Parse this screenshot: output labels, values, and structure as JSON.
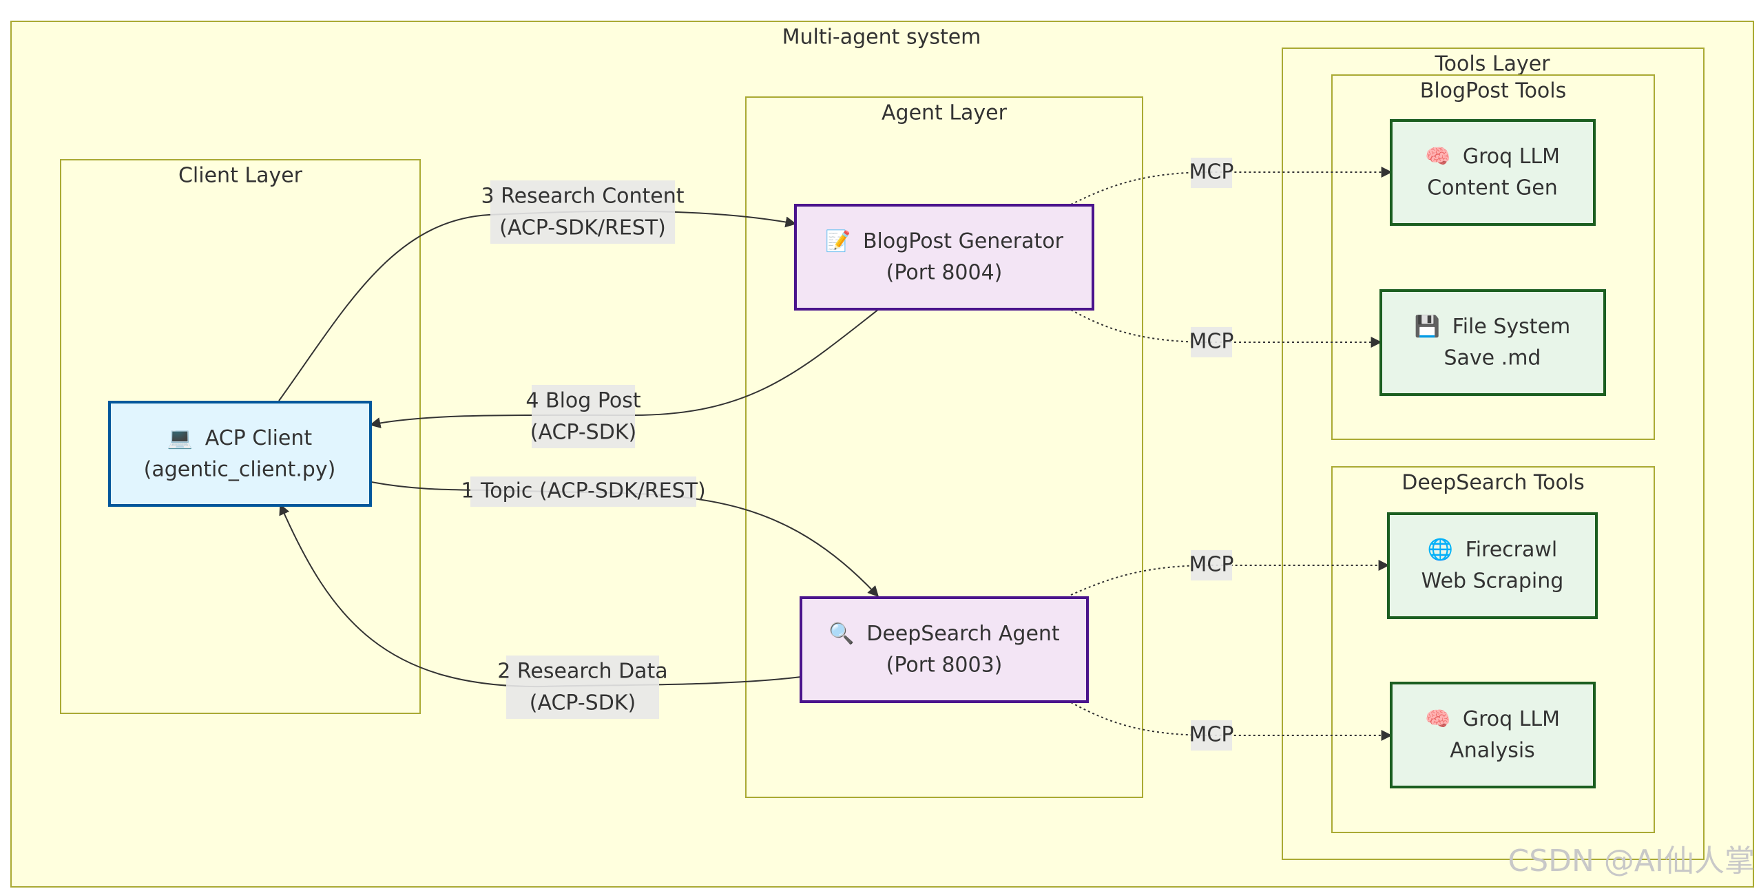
{
  "colors": {
    "subgraph_fill": "#ffffde",
    "subgraph_stroke": "#aaaa33",
    "client_fill": "#e1f5fe",
    "client_stroke": "#01579b",
    "agent_fill": "#f3e5f5",
    "agent_stroke": "#4a148c",
    "tool_fill": "#e8f5e9",
    "tool_stroke": "#1b5e20",
    "edge": "#333333",
    "edge_label_bg": "#e8e8e8"
  },
  "subgraphs": {
    "system": "Multi-agent system",
    "client_layer": "Client Layer",
    "agent_layer": "Agent Layer",
    "tools_layer": "Tools Layer",
    "blogpost_tools": "BlogPost Tools",
    "deepsearch_tools": "DeepSearch Tools"
  },
  "nodes": {
    "acp_client": {
      "icon": "laptop-icon",
      "glyph": "💻",
      "line1": "ACP Client",
      "line2": "(agentic_client.py)"
    },
    "blogpost_generator": {
      "icon": "memo-icon",
      "glyph": "📝",
      "line1": "BlogPost Generator",
      "line2": "(Port 8004)"
    },
    "deepsearch_agent": {
      "icon": "magnifier-icon",
      "glyph": "🔍",
      "line1": "DeepSearch Agent",
      "line2": "(Port 8003)"
    },
    "groq_content": {
      "icon": "brain-icon",
      "glyph": "🧠",
      "line1": "Groq LLM",
      "line2": "Content Gen"
    },
    "file_system": {
      "icon": "floppy-disk-icon",
      "glyph": "💾",
      "line1": "File System",
      "line2": "Save .md"
    },
    "firecrawl": {
      "icon": "globe-icon",
      "glyph": "🌐",
      "line1": "Firecrawl",
      "line2": "Web Scraping"
    },
    "groq_analysis": {
      "icon": "brain-icon",
      "glyph": "🧠",
      "line1": "Groq LLM",
      "line2": "Analysis"
    }
  },
  "edges": {
    "topic": "1 Topic (ACP-SDK/REST)",
    "research_data_1": "2 Research Data",
    "research_data_2": "(ACP-SDK)",
    "research_content_1": "3 Research Content",
    "research_content_2": "(ACP-SDK/REST)",
    "blog_post_1": "4 Blog Post",
    "blog_post_2": "(ACP-SDK)",
    "mcp_1": "MCP",
    "mcp_2": "MCP",
    "mcp_3": "MCP",
    "mcp_4": "MCP"
  },
  "watermark": "CSDN @AI仙人掌"
}
